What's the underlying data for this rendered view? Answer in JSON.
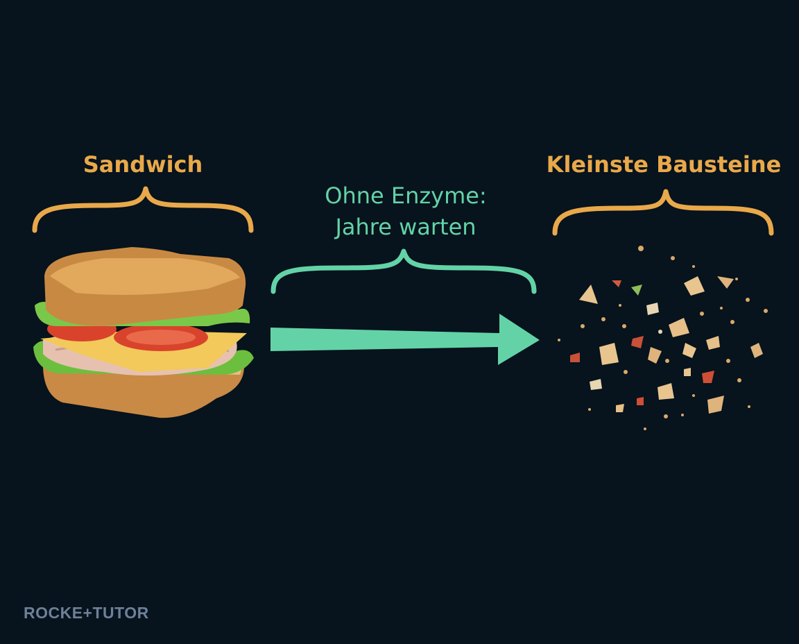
{
  "diagram": {
    "left_label": "Sandwich",
    "right_label": "Kleinste Bausteine",
    "process_label_line1": "Ohne Enzyme:",
    "process_label_line2": "Jahre warten"
  },
  "logo": {
    "text": "ROCKE+TUTOR"
  },
  "colors": {
    "background": "#07131d",
    "bracket_orange": "#e9a94a",
    "bracket_green": "#63d3a7",
    "arrow_green": "#63d3a7"
  },
  "icons": {
    "left_image": "sandwich-illustration",
    "right_image": "crumbs-illustration",
    "arrow": "right-arrow-icon"
  }
}
